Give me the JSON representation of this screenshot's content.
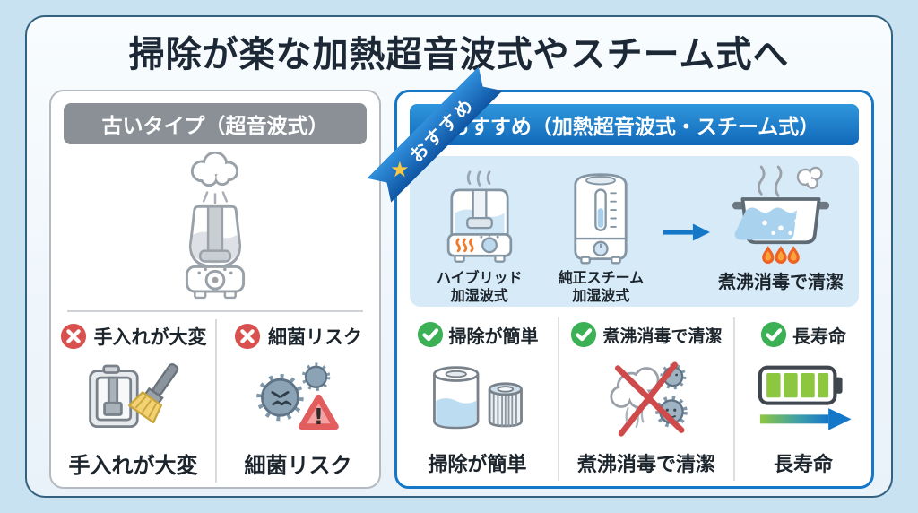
{
  "title": "掃除が楽な加熱超音波式やスチーム式へ",
  "colors": {
    "page_bg": "#c9e2f1",
    "card_bg": "#f2f8fc",
    "card_border": "#33617f",
    "old_header_gray": "#8a9096",
    "recommend_blue": "#1577c8",
    "showcase_bg": "#d7eaf8",
    "bad_red": "#d9514e",
    "good_green": "#3cb054",
    "battery_green": "#8dc63f",
    "flame_orange": "#f26f26",
    "water_blue": "#a9d2ef",
    "ribbon_star_yellow": "#f6c945"
  },
  "left_panel": {
    "header": "古いタイプ（超音波式）",
    "device_icon": "ultrasonic-humidifier-icon",
    "warning_mark": "!",
    "cons": [
      {
        "title": "手入れが大変",
        "icon": "tank-brush-icon",
        "caption": "手入れが大変"
      },
      {
        "title": "細菌リスク",
        "icon": "germs-warning-icon",
        "caption": "細菌リスク"
      }
    ]
  },
  "right_panel": {
    "ribbon": {
      "star": "★",
      "label": "おすすめ"
    },
    "header": "おすすめ（加熱超音波式・スチーム式）",
    "showcase": {
      "items": [
        {
          "label_line1": "ハイブリッド",
          "label_line2": "加湿波式",
          "icon": "hybrid-humidifier-icon"
        },
        {
          "label_line1": "純正スチーム",
          "label_line2": "加湿波式",
          "icon": "steam-humidifier-icon"
        }
      ],
      "arrow_icon": "arrow-right-icon",
      "result": {
        "label": "煮沸消毒で清潔",
        "icon": "boiling-pot-icon"
      }
    },
    "pros": [
      {
        "title": "掃除が簡単",
        "icon": "tank-filter-icon",
        "caption": "掃除が簡単"
      },
      {
        "title": "煮沸消毒で清潔",
        "icon": "no-germs-steam-icon",
        "caption": "煮沸消毒で清潔"
      },
      {
        "title": "長寿命",
        "icon": "battery-long-life-icon",
        "caption": "長寿命"
      }
    ]
  }
}
